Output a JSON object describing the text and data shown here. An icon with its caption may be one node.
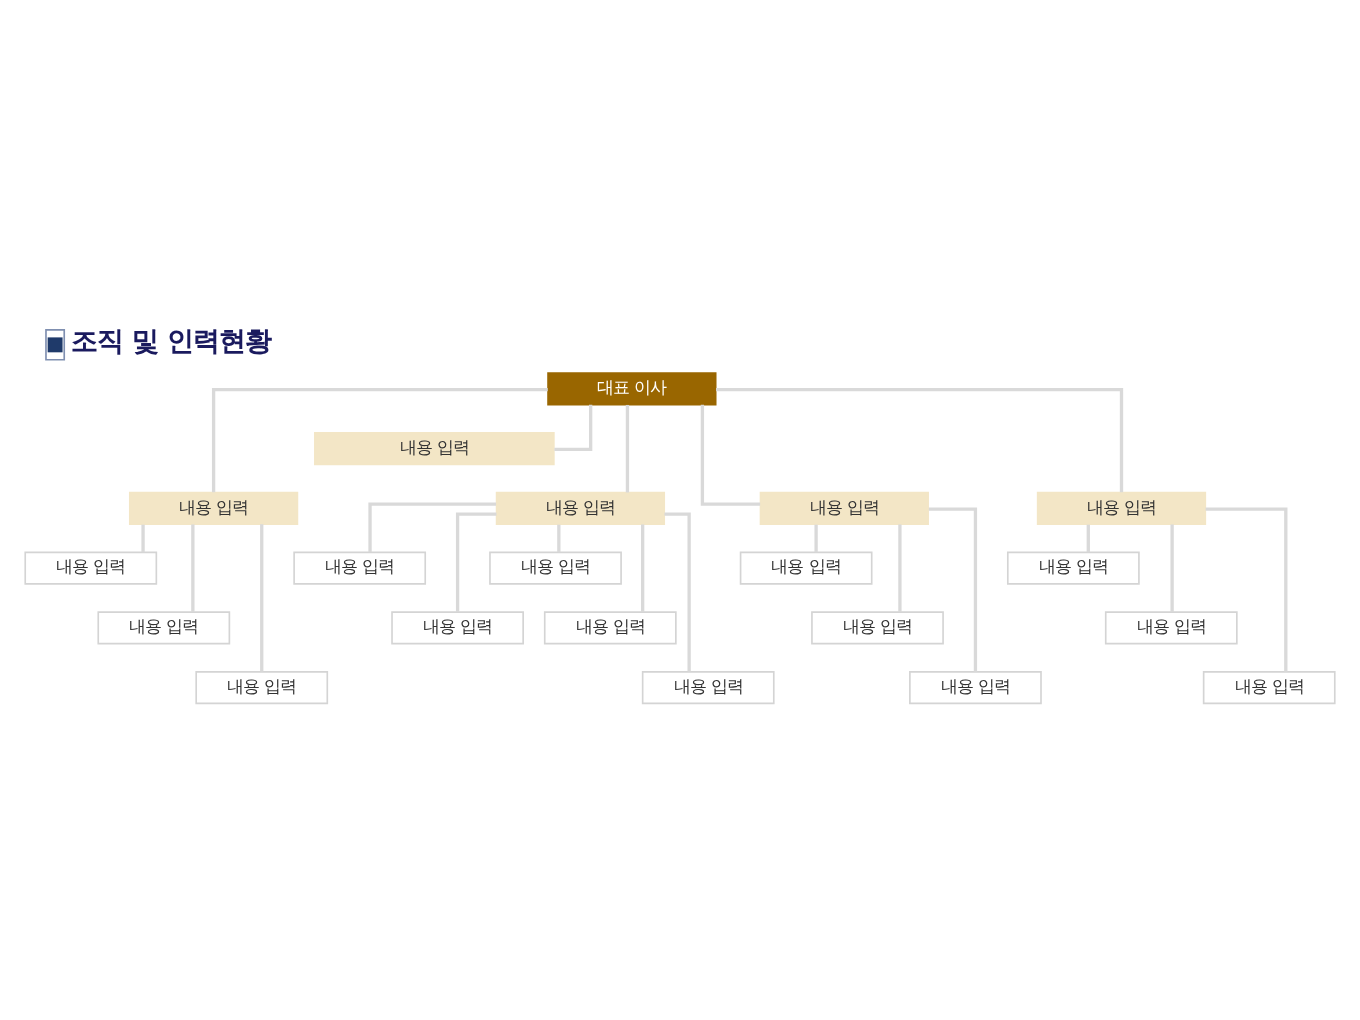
{
  "diagram": {
    "title": "조직 및 인력현황",
    "nodes": [
      {
        "text": [
          "대표 이사"
        ]
      },
      {
        "text": [
          "내용 입력"
        ]
      },
      {
        "text": [
          "내용 입력"
        ]
      },
      {
        "text": [
          "내용 입력"
        ]
      },
      {
        "text": [
          "내용 입력"
        ]
      },
      {
        "text": [
          "내용 입력"
        ]
      },
      {
        "text": [
          "내용 입력"
        ]
      },
      {
        "text": [
          "내용 입력"
        ]
      },
      {
        "text": [
          "내용 입력"
        ]
      },
      {
        "text": [
          "내용 입력"
        ]
      },
      {
        "text": [
          "내용 입력"
        ]
      },
      {
        "text": [
          "내용 입력"
        ]
      },
      {
        "text": [
          "내용 입력"
        ]
      },
      {
        "text": [
          "내용 입력"
        ]
      },
      {
        "text": [
          "내용 입력"
        ]
      },
      {
        "text": [
          "내용 입력"
        ]
      },
      {
        "text": [
          "내용 입력"
        ]
      },
      {
        "text": [
          "내용 입력"
        ]
      },
      {
        "text": [
          "내용 입력"
        ]
      },
      {
        "text": [
          "내용 입력"
        ]
      }
    ],
    "edges": [
      {
        "from": 0,
        "to": 1,
        "arrow": "none"
      },
      {
        "from": 0,
        "to": 2,
        "arrow": "none"
      },
      {
        "from": 0,
        "to": 3,
        "arrow": "none"
      },
      {
        "from": 0,
        "to": 4,
        "arrow": "none"
      },
      {
        "from": 0,
        "to": 5,
        "arrow": "none"
      },
      {
        "from": 2,
        "to": 6,
        "arrow": "none"
      },
      {
        "from": 2,
        "to": 7,
        "arrow": "none"
      },
      {
        "from": 2,
        "to": 8,
        "arrow": "none"
      },
      {
        "from": 3,
        "to": 9,
        "arrow": "none"
      },
      {
        "from": 3,
        "to": 10,
        "arrow": "none"
      },
      {
        "from": 3,
        "to": 11,
        "arrow": "none"
      },
      {
        "from": 3,
        "to": 12,
        "arrow": "none"
      },
      {
        "from": 3,
        "to": 13,
        "arrow": "none"
      },
      {
        "from": 4,
        "to": 14,
        "arrow": "none"
      },
      {
        "from": 4,
        "to": 15,
        "arrow": "none"
      },
      {
        "from": 4,
        "to": 16,
        "arrow": "none"
      },
      {
        "from": 5,
        "to": 17,
        "arrow": "none"
      },
      {
        "from": 5,
        "to": 18,
        "arrow": "none"
      },
      {
        "from": 5,
        "to": 19,
        "arrow": "none"
      }
    ]
  }
}
